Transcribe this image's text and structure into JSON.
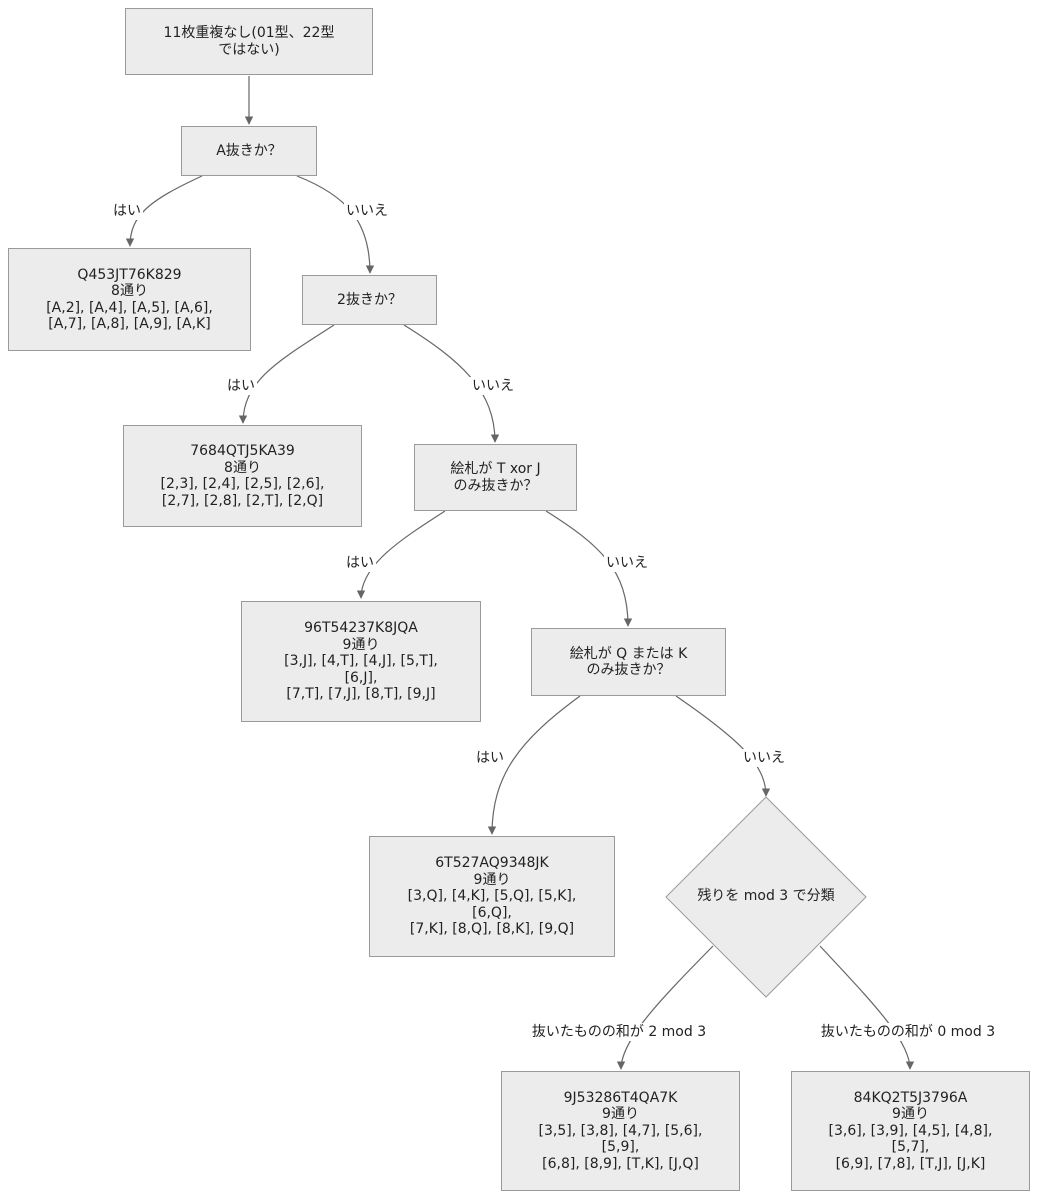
{
  "nodes": {
    "start": [
      "11枚重複なし(01型、22型",
      "ではない)"
    ],
    "q_a": [
      "A抜きか？"
    ],
    "r_a": [
      "Q453JT76K829",
      "8通り",
      "[A,2], [A,4], [A,5], [A,6],",
      "[A,7], [A,8], [A,9], [A,K]"
    ],
    "q_2": [
      "2抜きか？"
    ],
    "r_2": [
      "7684QTJ5KA39",
      "8通り",
      "[2,3], [2,4], [2,5], [2,6],",
      "[2,7], [2,8], [2,T], [2,Q]"
    ],
    "q_tj": [
      "絵札が T xor J",
      "のみ抜きか？"
    ],
    "r_tj": [
      "96T54237K8JQA",
      "9通り",
      "[3,J], [4,T], [4,J], [5,T],",
      "[6,J],",
      "[7,T], [7,J], [8,T], [9,J]"
    ],
    "q_qk": [
      "絵札が Q または K",
      "のみ抜きか？"
    ],
    "r_qk": [
      "6T527AQ9348JK",
      "9通り",
      "[3,Q], [4,K], [5,Q], [5,K],",
      "[6,Q],",
      "[7,K], [8,Q], [8,K], [9,Q]"
    ],
    "mod3": "残りを mod 3 で分類",
    "r_m2": [
      "9J53286T4QA7K",
      "9通り",
      "[3,5], [3,8], [4,7], [5,6],",
      "[5,9],",
      "[6,8], [8,9], [T,K], [J,Q]"
    ],
    "r_m0": [
      "84KQ2T5J3796A",
      "9通り",
      "[3,6], [3,9], [4,5], [4,8],",
      "[5,7],",
      "[6,9], [7,8], [T,J], [J,K]"
    ]
  },
  "edge_labels": {
    "a_yes": "はい",
    "a_no": "いいえ",
    "two_yes": "はい",
    "two_no": "いいえ",
    "tj_yes": "はい",
    "tj_no": "いいえ",
    "qk_yes": "はい",
    "qk_no": "いいえ",
    "m2": "抜いたものの和が 2 mod 3",
    "m0": "抜いたものの和が 0 mod 3"
  },
  "colors": {
    "node_fill": "#ececec",
    "node_border": "#9a9a9a",
    "edge": "#666666"
  }
}
